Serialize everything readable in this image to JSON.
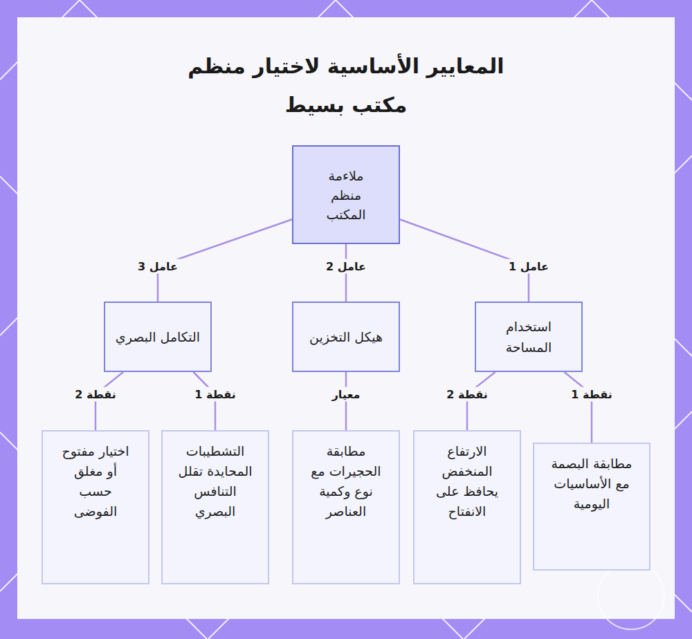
{
  "diagram": {
    "title": "المعايير الأساسية لاختيار منظم مكتب بسيط",
    "nodes": [
      {
        "text": [
          "ملاءمة منظم المكتب"
        ]
      },
      {
        "text": [
          "استخدام المساحة"
        ]
      },
      {
        "text": [
          "هيكل التخزين"
        ]
      },
      {
        "text": [
          "التكامل البصري"
        ]
      },
      {
        "text": [
          "مطابقة البصمة مع الأساسيات اليومية"
        ]
      },
      {
        "text": [
          "الارتفاع المنخفض يحافظ على الانفتاح"
        ]
      },
      {
        "text": [
          "مطابقة الحجيرات مع نوع وكمية العناصر"
        ]
      },
      {
        "text": [
          "التشطيبات المحايدة تقلل التنافس البصري"
        ]
      },
      {
        "text": [
          "اختيار مفتوح أو مغلق حسب الفوضى"
        ]
      }
    ],
    "edges": [
      {
        "from": 0,
        "to": 1,
        "label": "عامل 1",
        "arrow": "none"
      },
      {
        "from": 0,
        "to": 2,
        "label": "عامل 2",
        "arrow": "none"
      },
      {
        "from": 0,
        "to": 3,
        "label": "عامل 3",
        "arrow": "none"
      },
      {
        "from": 1,
        "to": 4,
        "label": "نقطة 1",
        "arrow": "none"
      },
      {
        "from": 1,
        "to": 5,
        "label": "نقطة 2",
        "arrow": "none"
      },
      {
        "from": 2,
        "to": 6,
        "label": "معيار",
        "arrow": "none"
      },
      {
        "from": 3,
        "to": 7,
        "label": "نقطة 1",
        "arrow": "none"
      },
      {
        "from": 3,
        "to": 8,
        "label": "نقطة 2",
        "arrow": "none"
      }
    ]
  }
}
